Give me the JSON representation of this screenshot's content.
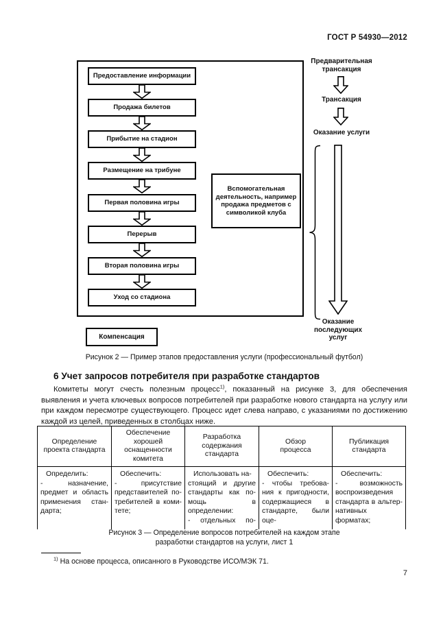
{
  "doc": {
    "header": "ГОСТ Р 54930—2012",
    "page_number": "7"
  },
  "figure2": {
    "steps": [
      "Предоставление информации",
      "Продажа билетов",
      "Прибытие на стадион",
      "Размещение на трибуне",
      "Первая половина игры",
      "Перерыв",
      "Вторая половина игры",
      "Уход со стадиона"
    ],
    "side_box": "Вспомогательная деятельность, например продажа предметов с символикой клуба",
    "compensation": "Компенсация",
    "stages": {
      "pre": "Предварительная трансакция",
      "transaction": "Трансакция",
      "service": "Оказание услуги",
      "followup": "Оказание последующих услуг"
    },
    "caption": "Рисунок 2 — Пример этапов предоставления услуги (профессиональный футбол)"
  },
  "section6": {
    "title": "6 Учет запросов потребителя при разработке стандартов",
    "para_before_sup": "Комитеты могут счесть полезным процесс",
    "para_sup": "1)",
    "para_after_sup": ", показанный на рисунке 3, для обеспечения выявления и учета ключевых вопросов потребителей при разработке нового стандарта на услугу или при каждом пересмотре существующего. Процесс идет слева направо, с указаниями по достижению каждой из целей, приведенных в столбцах ниже."
  },
  "process_table": {
    "headers": [
      [
        "Определение",
        "проекта стандарта"
      ],
      [
        "Обеспечение",
        "хорошей",
        "оснащенности",
        "комитета"
      ],
      [
        "Разработка",
        "содержания",
        "стандарта"
      ],
      [
        "Обзор",
        "процесса"
      ],
      [
        "Публикация",
        "стандарта"
      ]
    ],
    "body": [
      [
        "Определить:",
        "- назначение,",
        "предмет и область",
        "применения стан-",
        "дарта;"
      ],
      [
        "Обеспечить:",
        "- присутствие",
        "представителей по-",
        "требителей в коми-",
        "тете;"
      ],
      [
        "Использовать на-",
        "стоящий и другие",
        "стандарты как по-",
        "мощь в определении:",
        "- отдельных по-"
      ],
      [
        "Обеспечить:",
        "- чтобы требова-",
        "ния к пригодности,",
        "содержащиеся в",
        "стандарте, были оце-"
      ],
      [
        "Обеспечить:",
        "- возможность",
        "воспроизведения",
        "стандарта в альтер-",
        "нативных форматах;"
      ]
    ]
  },
  "figure3": {
    "caption_line1": "Рисунок 3 — Определение вопросов потребителей на каждом этапе",
    "caption_line2": "разработки стандартов на услуги, лист 1"
  },
  "footnote": {
    "sup": "1)",
    "text": "На основе процесса, описанного в Руководстве ИСО/МЭК 71."
  }
}
